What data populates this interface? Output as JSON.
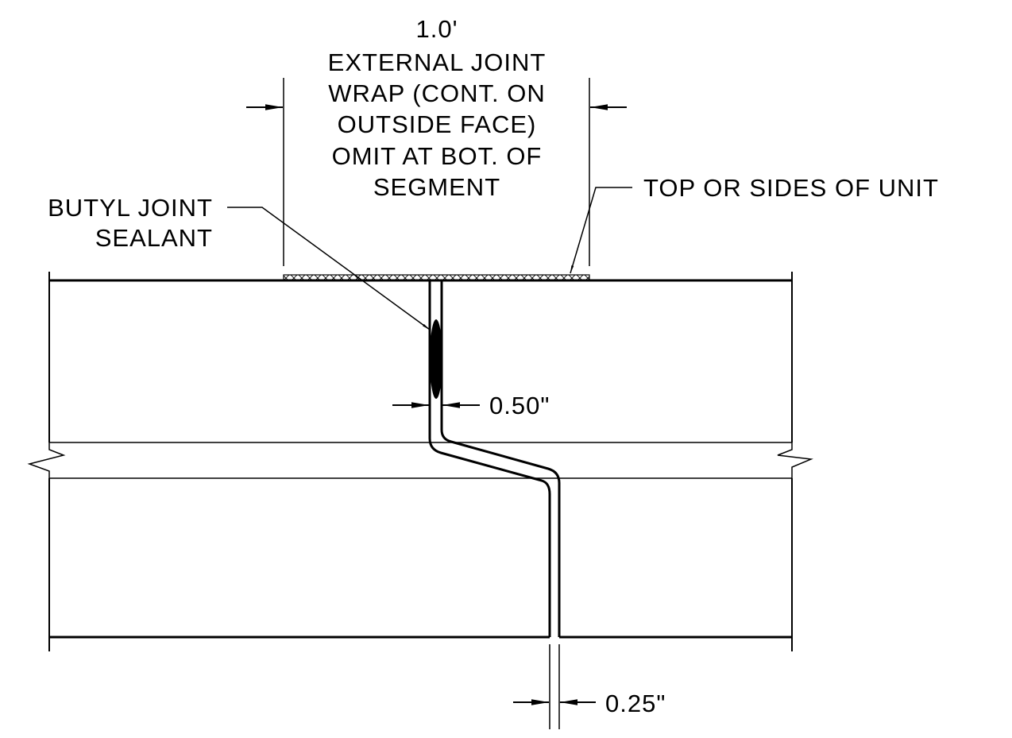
{
  "wrap_dimension": {
    "value": "1.0'",
    "description_lines": [
      "EXTERNAL JOINT",
      "WRAP (CONT. ON",
      "OUTSIDE FACE)",
      "OMIT AT BOT. OF",
      "SEGMENT"
    ]
  },
  "callouts": {
    "top_or_sides": "TOP OR SIDES OF UNIT",
    "butyl_lines": [
      "BUTYL JOINT",
      "SEALANT"
    ]
  },
  "dimensions": {
    "inner_gap": "0.50\"",
    "outer_gap": "0.25\""
  },
  "colors": {
    "linework": "#000000",
    "background": "#ffffff"
  }
}
